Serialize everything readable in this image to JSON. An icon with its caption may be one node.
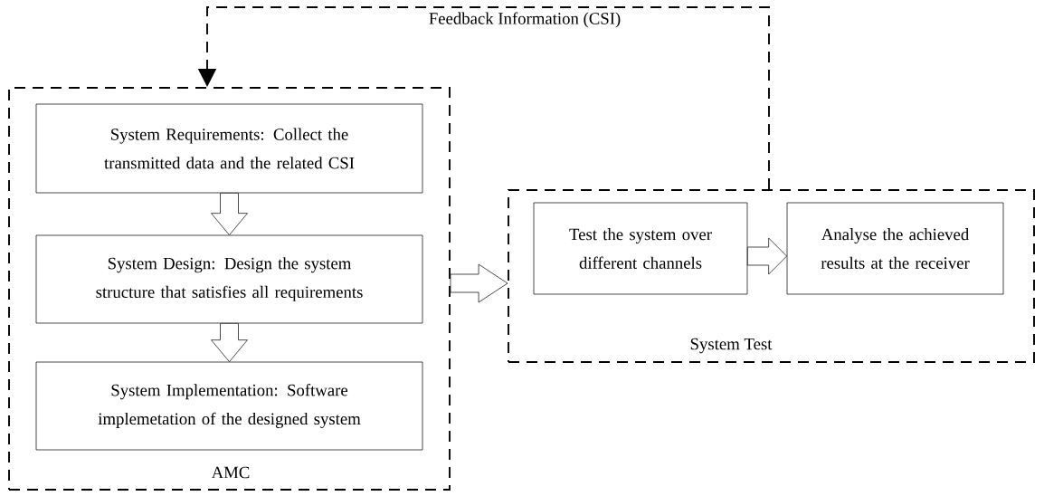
{
  "diagram": {
    "nodes": [
      {
        "text": [
          "AMC"
        ]
      },
      {
        "text": [
          "System Requirements: Collect the transmitted data and the related CSI"
        ],
        "in": 0
      },
      {
        "text": [
          "System Design: Design the system structure that satisfies all requirements"
        ],
        "in": 0
      },
      {
        "text": [
          "System Implementation: Software implemetation of the designed system"
        ],
        "in": 0
      },
      {
        "text": [
          "System Test"
        ]
      },
      {
        "text": [
          "Test the system over different channels"
        ],
        "in": 4
      },
      {
        "text": [
          "Analyse the achieved results at the receiver"
        ],
        "in": 4
      }
    ],
    "edges": [
      {
        "from": 1,
        "to": 2,
        "arrow": "to"
      },
      {
        "from": 2,
        "to": 3,
        "arrow": "to"
      },
      {
        "from": 0,
        "to": 4,
        "arrow": "to"
      },
      {
        "from": 5,
        "to": 6,
        "arrow": "to"
      },
      {
        "from": 4,
        "to": 0,
        "arrow": "to",
        "style": "dashed",
        "label": "Feedback Information (CSI)"
      }
    ]
  }
}
